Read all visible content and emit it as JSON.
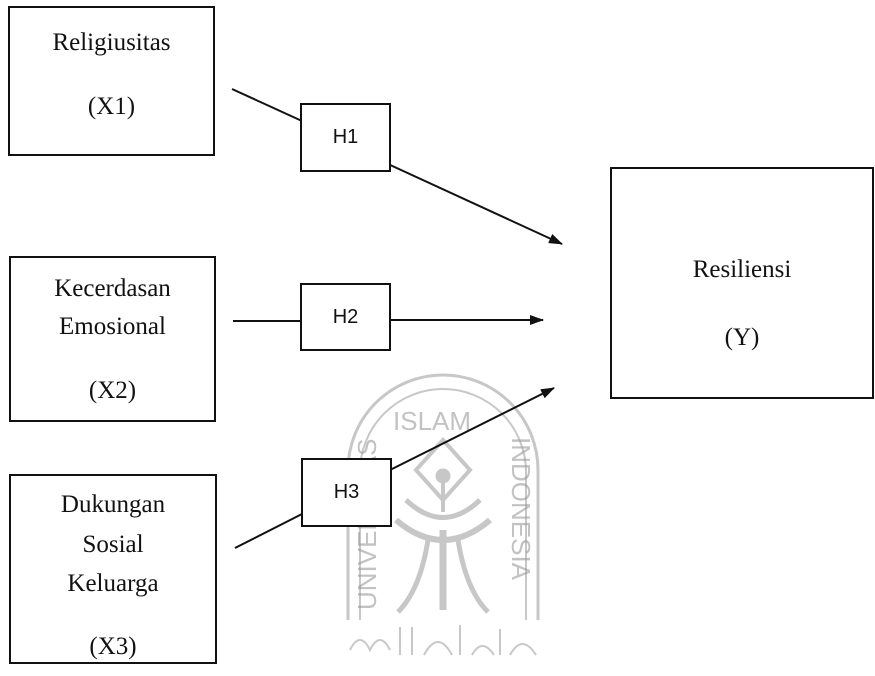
{
  "variables": {
    "x1": {
      "name": "Religiusitas",
      "code": "(X1)"
    },
    "x2": {
      "name_line1": "Kecerdasan",
      "name_line2": "Emosional",
      "code": "(X2)"
    },
    "x3": {
      "name_line1": "Dukungan",
      "name_line2": "Sosial",
      "name_line3": "Keluarga",
      "code": "(X3)"
    },
    "y": {
      "name": "Resiliensi",
      "code": "(Y)"
    }
  },
  "hypotheses": {
    "h1": "H1",
    "h2": "H2",
    "h3": "H3"
  },
  "watermark": {
    "text_left": "UNIVERSITAS",
    "text_top": "ISLAM",
    "text_right": "INDONESIA",
    "color": "#9a9a9a"
  },
  "colors": {
    "line": "#111111"
  }
}
